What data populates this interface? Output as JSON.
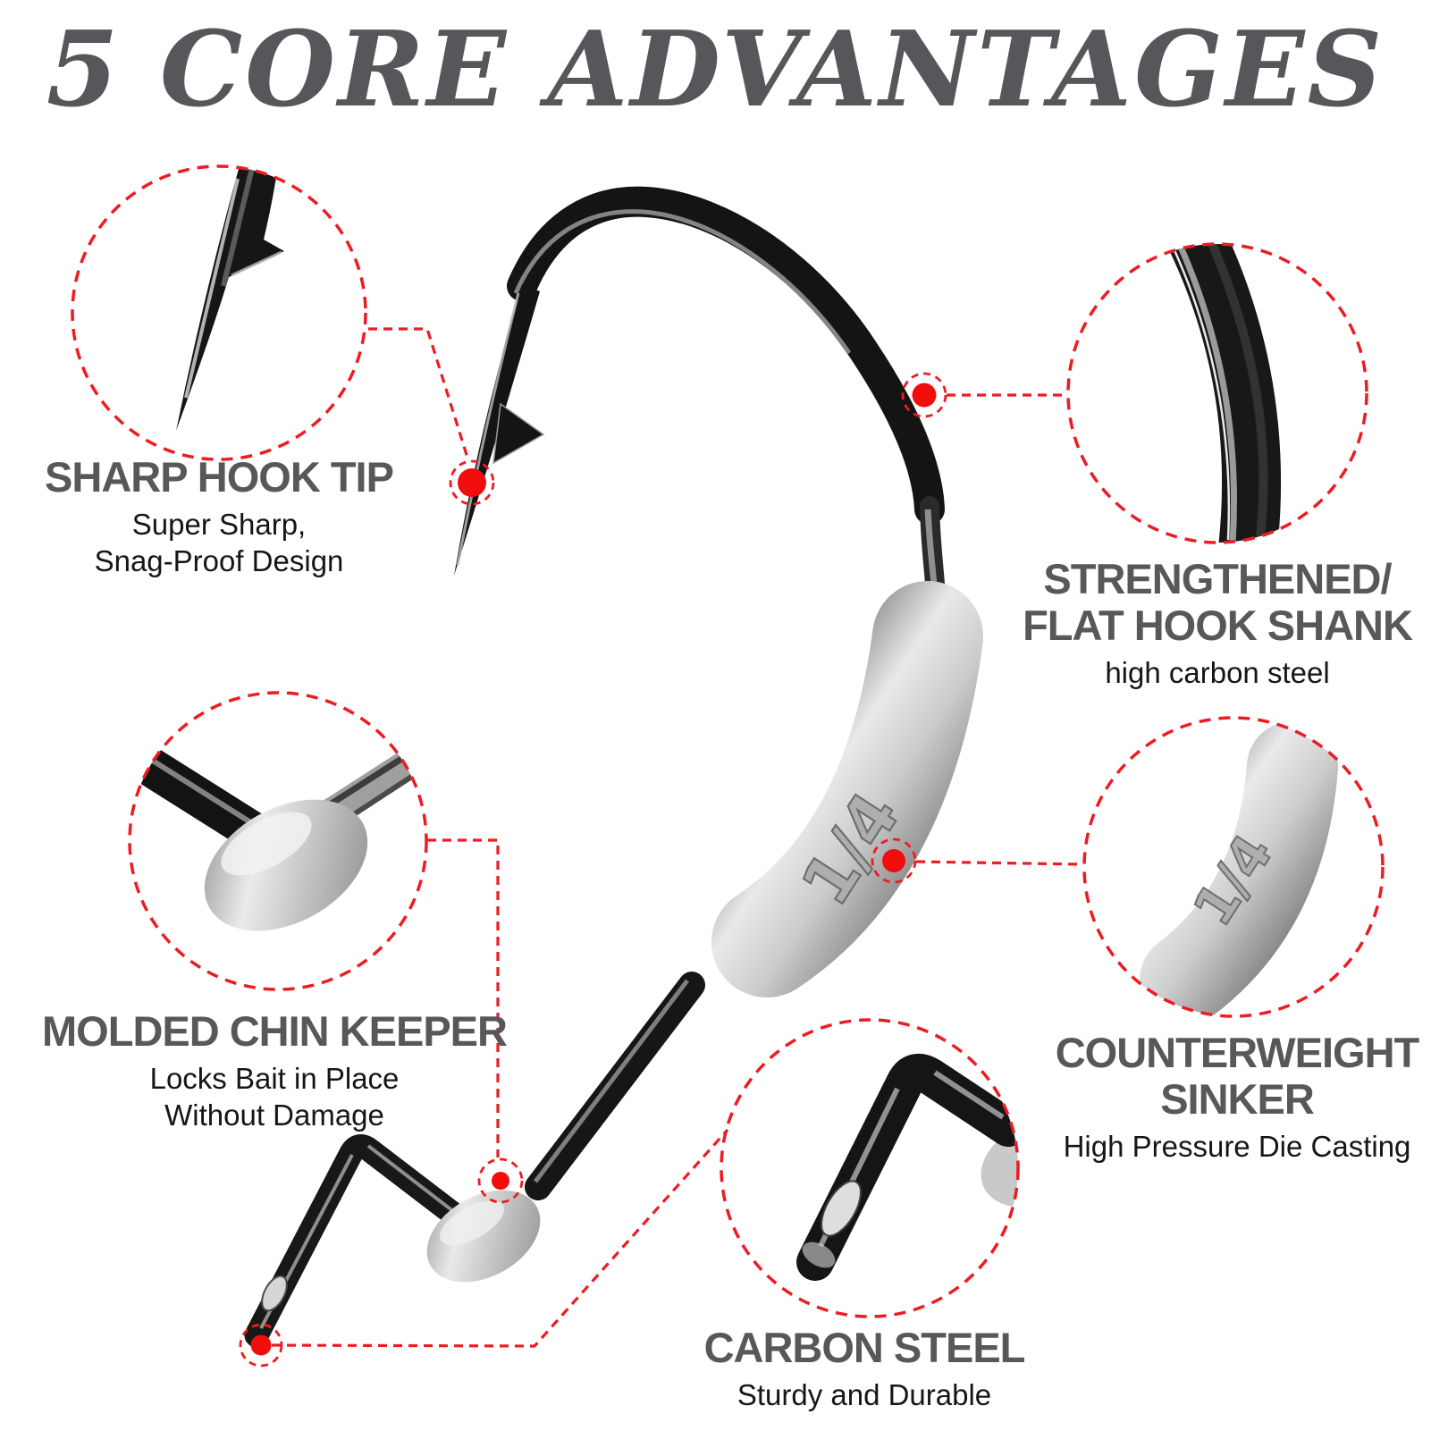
{
  "title": "5 CORE ADVANTAGES",
  "features": [
    {
      "id": "sharp-hook-tip",
      "heading_lines": [
        "SHARP HOOK TIP"
      ],
      "desc_lines": [
        "Super Sharp,",
        "Snag-Proof Design"
      ]
    },
    {
      "id": "flat-hook-shank",
      "heading_lines": [
        "STRENGTHENED/",
        "FLAT HOOK SHANK"
      ],
      "desc_lines": [
        "high carbon steel"
      ]
    },
    {
      "id": "molded-chin-keeper",
      "heading_lines": [
        "MOLDED CHIN KEEPER"
      ],
      "desc_lines": [
        "Locks Bait in Place",
        "Without Damage"
      ]
    },
    {
      "id": "counterweight-sinker",
      "heading_lines": [
        "COUNTERWEIGHT",
        "SINKER"
      ],
      "desc_lines": [
        "High Pressure Die Casting"
      ]
    },
    {
      "id": "carbon-steel",
      "heading_lines": [
        "CARBON STEEL"
      ],
      "desc_lines": [
        "Sturdy and Durable"
      ]
    }
  ],
  "hook": {
    "weight_marking": "1/4"
  },
  "colors": {
    "accent_red": "#EC1C24",
    "dot_red": "#F20D0D",
    "heading_gray": "#57585A",
    "title_gray": "#56575A",
    "body_text": "#161616",
    "metal_dark": "#151515",
    "metal_light": "#C9C9C9",
    "background": "#FFFFFF"
  }
}
